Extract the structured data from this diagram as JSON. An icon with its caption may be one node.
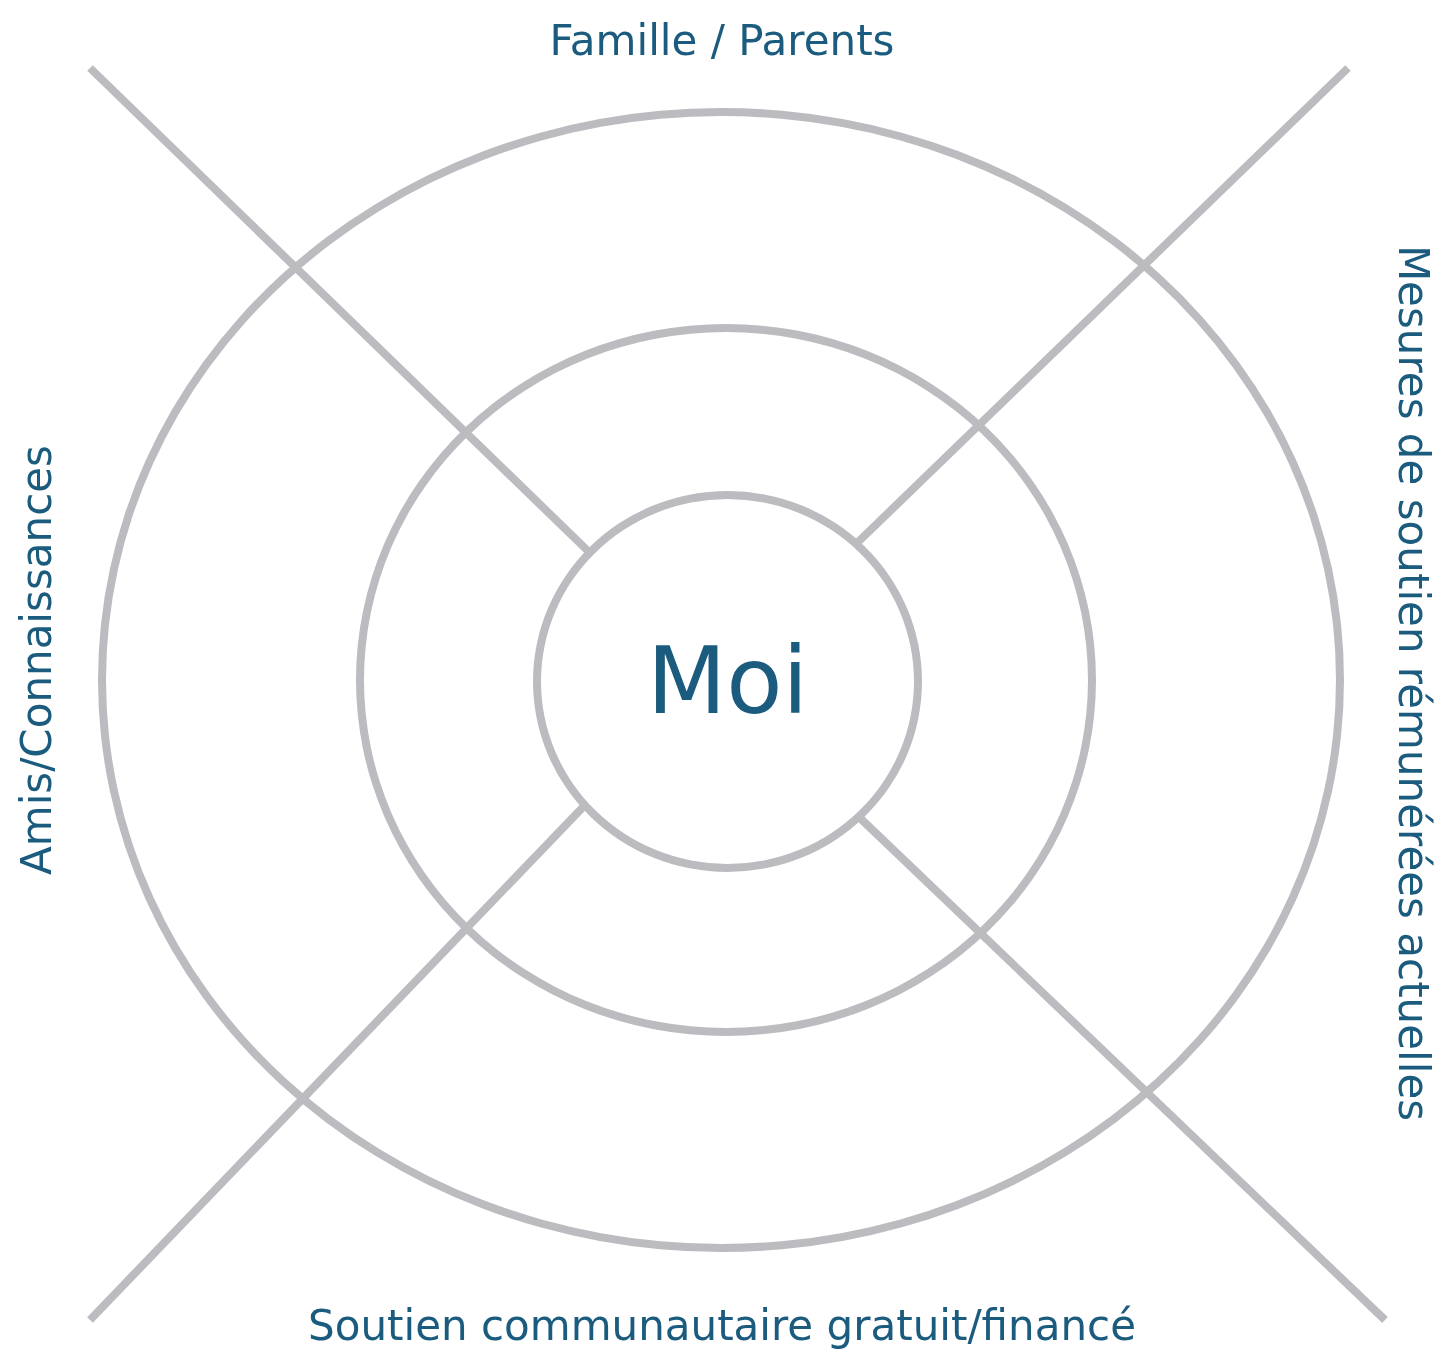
{
  "diagram": {
    "nodes": [
      {
        "text": [],
        "shape": "circle"
      },
      {
        "text": [],
        "shape": "circle",
        "in": 0
      },
      {
        "text": [
          "Moi"
        ],
        "in": 1
      }
    ],
    "labels": [
      "Famille / Parents",
      "Amis/Connaissances",
      "Mesures de soutien rémunérées actuelles",
      "Soutien communautaire gratuit/financé"
    ]
  }
}
